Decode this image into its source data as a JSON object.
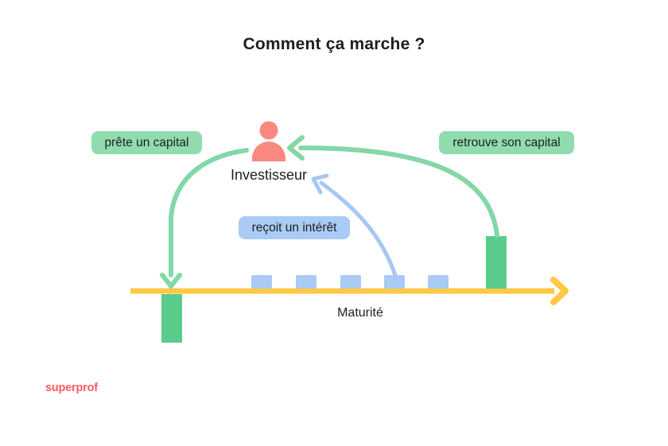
{
  "title": "Comment ça marche ?",
  "labels": {
    "lend_capital": "prête un capital",
    "recover_capital": "retrouve son capital",
    "receive_interest": "reçoit un intérêt",
    "investor": "Investisseur",
    "maturity": "Maturité"
  },
  "logo": "superprof",
  "diagram": {
    "type": "flow",
    "description_elements": {
      "investor_icon": "person-icon",
      "timeline": "yellow right arrow axis",
      "capital_out_bar": "green bar below timeline at start",
      "capital_back_bar": "green bar above timeline near maturity",
      "coupon_squares_count": 5,
      "arrows": [
        {
          "name": "lend-capital-arrow",
          "color_key": "green_arrow",
          "from": "investor",
          "to": "timeline-start",
          "label": "prête un capital"
        },
        {
          "name": "recover-capital-arrow",
          "color_key": "green_arrow",
          "from": "maturity-bar",
          "to": "investor",
          "label": "retrouve son capital"
        },
        {
          "name": "interest-arrow",
          "color_key": "blue_arrow",
          "from": "coupon-square",
          "to": "investor",
          "label": "reçoit un intérêt"
        }
      ]
    }
  },
  "colors": {
    "green_soft": "#90DCAF",
    "green_arrow": "#84D7A6",
    "green_bar": "#59CC8C",
    "blue_soft": "#A9CBF4",
    "blue_arrow": "#A6C7F3",
    "yellow": "#FFC845",
    "coral": "#F9897F",
    "logo_red": "#FF5B5E",
    "text_dark": "#1E1E1E"
  }
}
